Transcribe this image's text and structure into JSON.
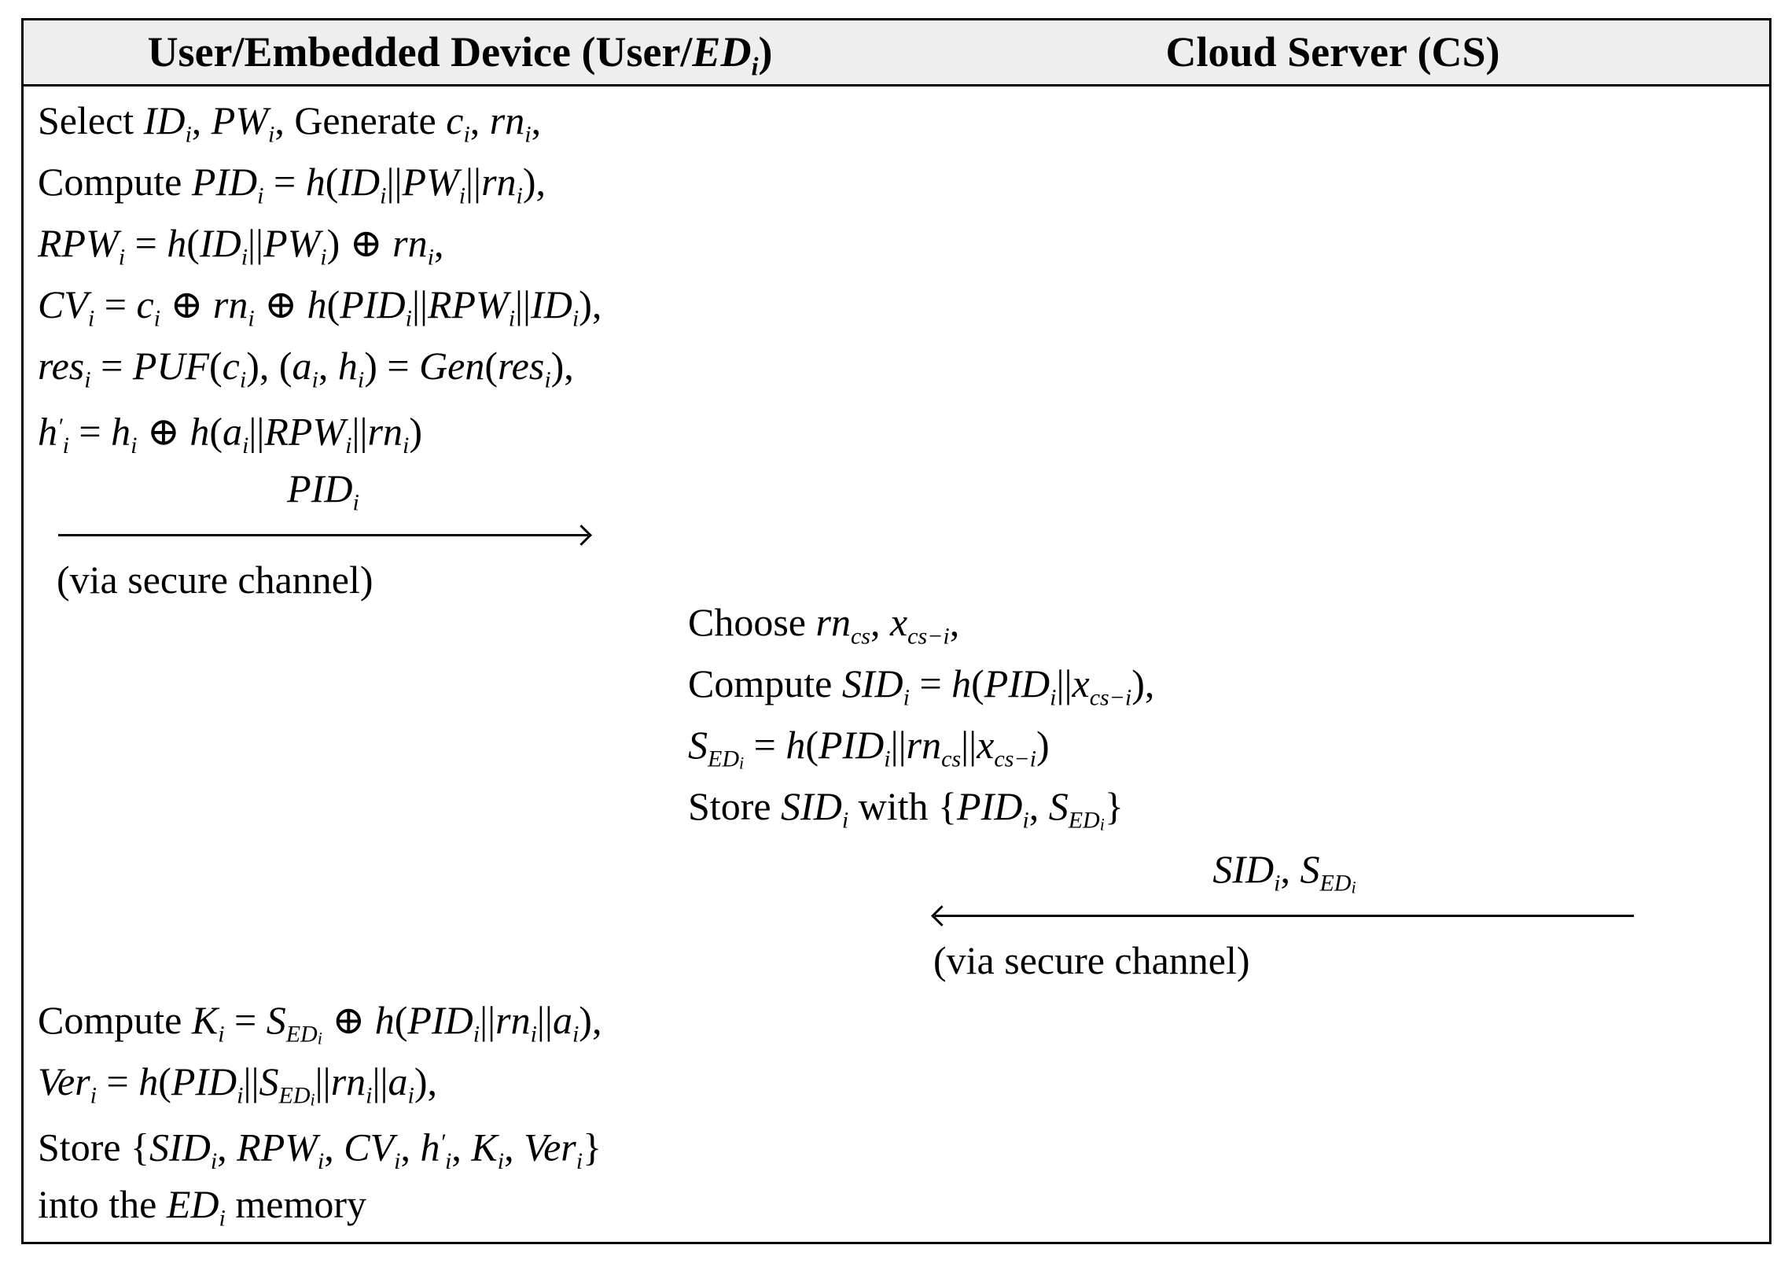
{
  "figure": {
    "colors": {
      "header_bg": "#eeeeee",
      "border": "#000000",
      "text": "#000000",
      "background": "#ffffff"
    },
    "header": {
      "left": [
        {
          "s": "b",
          "t": "User/Embedded Device (User/"
        },
        {
          "s": "it",
          "t": "ED"
        },
        {
          "s": "sub",
          "t": "i"
        },
        {
          "s": "b",
          "t": ")"
        }
      ],
      "right": [
        {
          "s": "b",
          "t": "Cloud Server (CS)"
        }
      ]
    },
    "left_top_lines": [
      [
        {
          "s": "rm",
          "t": "Select "
        },
        {
          "s": "it",
          "t": "ID"
        },
        {
          "s": "sub",
          "t": "i"
        },
        {
          "s": "rm",
          "t": ", "
        },
        {
          "s": "it",
          "t": "PW"
        },
        {
          "s": "sub",
          "t": "i"
        },
        {
          "s": "rm",
          "t": ", Generate "
        },
        {
          "s": "it",
          "t": "c"
        },
        {
          "s": "sub",
          "t": "i"
        },
        {
          "s": "rm",
          "t": ", "
        },
        {
          "s": "it",
          "t": "rn"
        },
        {
          "s": "sub",
          "t": "i"
        },
        {
          "s": "rm",
          "t": ","
        }
      ],
      [
        {
          "s": "rm",
          "t": "Compute "
        },
        {
          "s": "it",
          "t": "PID"
        },
        {
          "s": "sub",
          "t": "i"
        },
        {
          "s": "rm",
          "t": " = "
        },
        {
          "s": "it",
          "t": "h"
        },
        {
          "s": "rm",
          "t": "("
        },
        {
          "s": "it",
          "t": "ID"
        },
        {
          "s": "sub",
          "t": "i"
        },
        {
          "s": "rm",
          "t": "||"
        },
        {
          "s": "it",
          "t": "PW"
        },
        {
          "s": "sub",
          "t": "i"
        },
        {
          "s": "rm",
          "t": "||"
        },
        {
          "s": "it",
          "t": "rn"
        },
        {
          "s": "sub",
          "t": "i"
        },
        {
          "s": "rm",
          "t": "),"
        }
      ],
      [
        {
          "s": "it",
          "t": "RPW"
        },
        {
          "s": "sub",
          "t": "i"
        },
        {
          "s": "rm",
          "t": " = "
        },
        {
          "s": "it",
          "t": "h"
        },
        {
          "s": "rm",
          "t": "("
        },
        {
          "s": "it",
          "t": "ID"
        },
        {
          "s": "sub",
          "t": "i"
        },
        {
          "s": "rm",
          "t": "||"
        },
        {
          "s": "it",
          "t": "PW"
        },
        {
          "s": "sub",
          "t": "i"
        },
        {
          "s": "rm",
          "t": ") ⊕ "
        },
        {
          "s": "it",
          "t": "rn"
        },
        {
          "s": "sub",
          "t": "i"
        },
        {
          "s": "rm",
          "t": ","
        }
      ],
      [
        {
          "s": "it",
          "t": "CV"
        },
        {
          "s": "sub",
          "t": "i"
        },
        {
          "s": "rm",
          "t": " = "
        },
        {
          "s": "it",
          "t": "c"
        },
        {
          "s": "sub",
          "t": "i"
        },
        {
          "s": "rm",
          "t": " ⊕ "
        },
        {
          "s": "it",
          "t": "rn"
        },
        {
          "s": "sub",
          "t": "i"
        },
        {
          "s": "rm",
          "t": " ⊕ "
        },
        {
          "s": "it",
          "t": "h"
        },
        {
          "s": "rm",
          "t": "("
        },
        {
          "s": "it",
          "t": "PID"
        },
        {
          "s": "sub",
          "t": "i"
        },
        {
          "s": "rm",
          "t": "||"
        },
        {
          "s": "it",
          "t": "RPW"
        },
        {
          "s": "sub",
          "t": "i"
        },
        {
          "s": "rm",
          "t": "||"
        },
        {
          "s": "it",
          "t": "ID"
        },
        {
          "s": "sub",
          "t": "i"
        },
        {
          "s": "rm",
          "t": "),"
        }
      ],
      [
        {
          "s": "it",
          "t": "res"
        },
        {
          "s": "sub",
          "t": "i"
        },
        {
          "s": "rm",
          "t": " = "
        },
        {
          "s": "it",
          "t": "PUF"
        },
        {
          "s": "rm",
          "t": "("
        },
        {
          "s": "it",
          "t": "c"
        },
        {
          "s": "sub",
          "t": "i"
        },
        {
          "s": "rm",
          "t": "), ("
        },
        {
          "s": "it",
          "t": "a"
        },
        {
          "s": "sub",
          "t": "i"
        },
        {
          "s": "rm",
          "t": ", "
        },
        {
          "s": "it",
          "t": "h"
        },
        {
          "s": "sub",
          "t": "i"
        },
        {
          "s": "rm",
          "t": ") = "
        },
        {
          "s": "it",
          "t": "Gen"
        },
        {
          "s": "rm",
          "t": "("
        },
        {
          "s": "it",
          "t": "res"
        },
        {
          "s": "sub",
          "t": "i"
        },
        {
          "s": "rm",
          "t": "),"
        }
      ],
      [
        {
          "s": "it",
          "t": "h"
        },
        {
          "s": "sup",
          "t": "′"
        },
        {
          "s": "sub",
          "t": "i"
        },
        {
          "s": "rm",
          "t": " = "
        },
        {
          "s": "it",
          "t": "h"
        },
        {
          "s": "sub",
          "t": "i"
        },
        {
          "s": "rm",
          "t": " ⊕ "
        },
        {
          "s": "it",
          "t": "h"
        },
        {
          "s": "rm",
          "t": "("
        },
        {
          "s": "it",
          "t": "a"
        },
        {
          "s": "sub",
          "t": "i"
        },
        {
          "s": "rm",
          "t": "||"
        },
        {
          "s": "it",
          "t": "RPW"
        },
        {
          "s": "sub",
          "t": "i"
        },
        {
          "s": "rm",
          "t": "||"
        },
        {
          "s": "it",
          "t": "rn"
        },
        {
          "s": "sub",
          "t": "i"
        },
        {
          "s": "rm",
          "t": ")"
        }
      ]
    ],
    "message1": {
      "label": [
        {
          "s": "it",
          "t": "PID"
        },
        {
          "s": "sub",
          "t": "i"
        }
      ],
      "direction": "right",
      "note": "(via secure channel)"
    },
    "right_lines": [
      [
        {
          "s": "rm",
          "t": "Choose "
        },
        {
          "s": "it",
          "t": "rn"
        },
        {
          "s": "sub",
          "t": "cs"
        },
        {
          "s": "rm",
          "t": ", "
        },
        {
          "s": "it",
          "t": "x"
        },
        {
          "s": "sub",
          "t": "cs−i"
        },
        {
          "s": "rm",
          "t": ","
        }
      ],
      [
        {
          "s": "rm",
          "t": "Compute "
        },
        {
          "s": "it",
          "t": "SID"
        },
        {
          "s": "sub",
          "t": "i"
        },
        {
          "s": "rm",
          "t": " = "
        },
        {
          "s": "it",
          "t": "h"
        },
        {
          "s": "rm",
          "t": "("
        },
        {
          "s": "it",
          "t": "PID"
        },
        {
          "s": "sub",
          "t": "i"
        },
        {
          "s": "rm",
          "t": "||"
        },
        {
          "s": "it",
          "t": "x"
        },
        {
          "s": "sub",
          "t": "cs−i"
        },
        {
          "s": "rm",
          "t": "),"
        }
      ],
      [
        {
          "s": "it",
          "t": "S"
        },
        {
          "s": "sub",
          "t": "ED"
        },
        {
          "s": "subsub",
          "t": "i"
        },
        {
          "s": "rm",
          "t": " = "
        },
        {
          "s": "it",
          "t": "h"
        },
        {
          "s": "rm",
          "t": "("
        },
        {
          "s": "it",
          "t": "PID"
        },
        {
          "s": "sub",
          "t": "i"
        },
        {
          "s": "rm",
          "t": "||"
        },
        {
          "s": "it",
          "t": "rn"
        },
        {
          "s": "sub",
          "t": "cs"
        },
        {
          "s": "rm",
          "t": "||"
        },
        {
          "s": "it",
          "t": "x"
        },
        {
          "s": "sub",
          "t": "cs−i"
        },
        {
          "s": "rm",
          "t": ")"
        }
      ],
      [
        {
          "s": "rm",
          "t": "Store "
        },
        {
          "s": "it",
          "t": "SID"
        },
        {
          "s": "sub",
          "t": "i"
        },
        {
          "s": "rm",
          "t": " with {"
        },
        {
          "s": "it",
          "t": "PID"
        },
        {
          "s": "sub",
          "t": "i"
        },
        {
          "s": "rm",
          "t": ", "
        },
        {
          "s": "it",
          "t": "S"
        },
        {
          "s": "sub",
          "t": "ED"
        },
        {
          "s": "subsub",
          "t": "i"
        },
        {
          "s": "rm",
          "t": "}"
        }
      ]
    ],
    "message2": {
      "label": [
        {
          "s": "it",
          "t": "SID"
        },
        {
          "s": "sub",
          "t": "i"
        },
        {
          "s": "rm",
          "t": ", "
        },
        {
          "s": "it",
          "t": "S"
        },
        {
          "s": "sub",
          "t": "ED"
        },
        {
          "s": "subsub",
          "t": "i"
        }
      ],
      "direction": "left",
      "note": "(via secure channel)"
    },
    "left_bottom_lines": [
      [
        {
          "s": "rm",
          "t": "Compute "
        },
        {
          "s": "it",
          "t": "K"
        },
        {
          "s": "sub",
          "t": "i"
        },
        {
          "s": "rm",
          "t": " = "
        },
        {
          "s": "it",
          "t": "S"
        },
        {
          "s": "sub",
          "t": "ED"
        },
        {
          "s": "subsub",
          "t": "i"
        },
        {
          "s": "rm",
          "t": " ⊕ "
        },
        {
          "s": "it",
          "t": "h"
        },
        {
          "s": "rm",
          "t": "("
        },
        {
          "s": "it",
          "t": "PID"
        },
        {
          "s": "sub",
          "t": "i"
        },
        {
          "s": "rm",
          "t": "||"
        },
        {
          "s": "it",
          "t": "rn"
        },
        {
          "s": "sub",
          "t": "i"
        },
        {
          "s": "rm",
          "t": "||"
        },
        {
          "s": "it",
          "t": "a"
        },
        {
          "s": "sub",
          "t": "i"
        },
        {
          "s": "rm",
          "t": "),"
        }
      ],
      [
        {
          "s": "it",
          "t": "Ver"
        },
        {
          "s": "sub",
          "t": "i"
        },
        {
          "s": "rm",
          "t": " = "
        },
        {
          "s": "it",
          "t": "h"
        },
        {
          "s": "rm",
          "t": "("
        },
        {
          "s": "it",
          "t": "PID"
        },
        {
          "s": "sub",
          "t": "i"
        },
        {
          "s": "rm",
          "t": "||"
        },
        {
          "s": "it",
          "t": "S"
        },
        {
          "s": "sub",
          "t": "ED"
        },
        {
          "s": "subsub",
          "t": "i"
        },
        {
          "s": "rm",
          "t": "||"
        },
        {
          "s": "it",
          "t": "rn"
        },
        {
          "s": "sub",
          "t": "i"
        },
        {
          "s": "rm",
          "t": "||"
        },
        {
          "s": "it",
          "t": "a"
        },
        {
          "s": "sub",
          "t": "i"
        },
        {
          "s": "rm",
          "t": "),"
        }
      ],
      [
        {
          "s": "rm",
          "t": "Store {"
        },
        {
          "s": "it",
          "t": "SID"
        },
        {
          "s": "sub",
          "t": "i"
        },
        {
          "s": "rm",
          "t": ", "
        },
        {
          "s": "it",
          "t": "RPW"
        },
        {
          "s": "sub",
          "t": "i"
        },
        {
          "s": "rm",
          "t": ", "
        },
        {
          "s": "it",
          "t": "CV"
        },
        {
          "s": "sub",
          "t": "i"
        },
        {
          "s": "rm",
          "t": ", "
        },
        {
          "s": "it",
          "t": "h"
        },
        {
          "s": "sup",
          "t": "′"
        },
        {
          "s": "sub",
          "t": "i"
        },
        {
          "s": "rm",
          "t": ", "
        },
        {
          "s": "it",
          "t": "K"
        },
        {
          "s": "sub",
          "t": "i"
        },
        {
          "s": "rm",
          "t": ", "
        },
        {
          "s": "it",
          "t": "Ver"
        },
        {
          "s": "sub",
          "t": "i"
        },
        {
          "s": "rm",
          "t": "}"
        }
      ],
      [
        {
          "s": "rm",
          "t": "into the "
        },
        {
          "s": "it",
          "t": "ED"
        },
        {
          "s": "sub",
          "t": "i"
        },
        {
          "s": "rm",
          "t": " memory"
        }
      ]
    ]
  }
}
